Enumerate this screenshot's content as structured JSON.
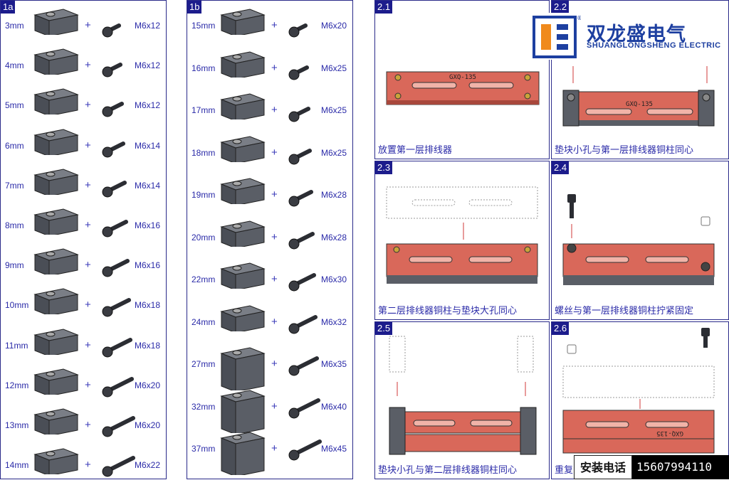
{
  "panel_1a": {
    "tag": "1a",
    "rows": [
      {
        "size": "3mm",
        "bolt": "M6x12"
      },
      {
        "size": "4mm",
        "bolt": "M6x12"
      },
      {
        "size": "5mm",
        "bolt": "M6x12"
      },
      {
        "size": "6mm",
        "bolt": "M6x14"
      },
      {
        "size": "7mm",
        "bolt": "M6x14"
      },
      {
        "size": "8mm",
        "bolt": "M6x16"
      },
      {
        "size": "9mm",
        "bolt": "M6x16"
      },
      {
        "size": "10mm",
        "bolt": "M6x18"
      },
      {
        "size": "11mm",
        "bolt": "M6x18"
      },
      {
        "size": "12mm",
        "bolt": "M6x20"
      },
      {
        "size": "13mm",
        "bolt": "M6x20"
      },
      {
        "size": "14mm",
        "bolt": "M6x22"
      }
    ]
  },
  "panel_1b": {
    "tag": "1b",
    "rows": [
      {
        "size": "15mm",
        "bolt": "M6x20"
      },
      {
        "size": "16mm",
        "bolt": "M6x25"
      },
      {
        "size": "17mm",
        "bolt": "M6x25"
      },
      {
        "size": "18mm",
        "bolt": "M6x25"
      },
      {
        "size": "19mm",
        "bolt": "M6x28"
      },
      {
        "size": "20mm",
        "bolt": "M6x28"
      },
      {
        "size": "22mm",
        "bolt": "M6x30"
      },
      {
        "size": "24mm",
        "bolt": "M6x32"
      },
      {
        "size": "27mm",
        "bolt": "M6x35"
      },
      {
        "size": "32mm",
        "bolt": "M6x40"
      },
      {
        "size": "37mm",
        "bolt": "M6x45"
      }
    ]
  },
  "plus_sign": "+",
  "steps": [
    {
      "tag": "2.1",
      "caption": "放置第一层排线器",
      "plate_label": "GXQ-135"
    },
    {
      "tag": "2.2",
      "caption": "垫块小孔与第一层排线器铜柱同心",
      "plate_label": "GXQ-135"
    },
    {
      "tag": "2.3",
      "caption": "第二层排线器铜柱与垫块大孔同心"
    },
    {
      "tag": "2.4",
      "caption": "螺丝与第一层排线器铜柱拧紧固定"
    },
    {
      "tag": "2.5",
      "caption": "垫块小孔与第二层排线器铜柱同心"
    },
    {
      "tag": "2.6",
      "caption": "重复",
      "plate_label": "GXQ-135"
    }
  ],
  "logo": {
    "name_cn": "双龙盛电气",
    "name_en": "SHUANGLONGSHENG ELECTRIC",
    "registered_mark": "®"
  },
  "contact": {
    "label": "安装电话",
    "phone": "15607994110"
  },
  "colors": {
    "panel_border": "#2a2a8a",
    "tag_bg": "#1c1c8c",
    "text_blue": "#2a2aa8",
    "plate_red": "#d9685a",
    "spacer_gray": "#5a5e66",
    "bolt_dark": "#2b2d33",
    "arrow_red": "#d23a3a",
    "logo_blue": "#1d3fa0",
    "logo_orange": "#f08a1c"
  }
}
